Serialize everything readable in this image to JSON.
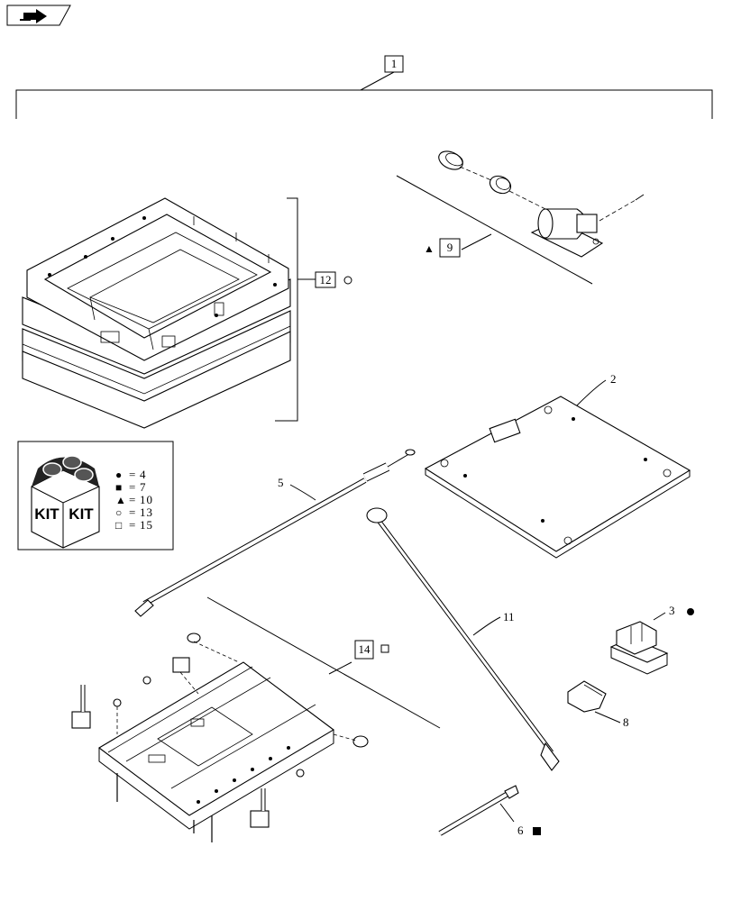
{
  "nav": {
    "icon": "next-page-arrow-icon"
  },
  "callouts": {
    "c1": "1",
    "c2": "2",
    "c3": "3",
    "c5": "5",
    "c6": "6",
    "c8": "8",
    "c9": "9",
    "c11": "11",
    "c12": "12",
    "c14": "14"
  },
  "kit": {
    "label_left": "KIT",
    "label_right": "KIT",
    "legend": [
      {
        "symbol": "filled-circle",
        "glyph": "●",
        "equals": "=",
        "value": "4"
      },
      {
        "symbol": "filled-square",
        "glyph": "■",
        "equals": "=",
        "value": "7"
      },
      {
        "symbol": "filled-triangle",
        "glyph": "▲",
        "equals": "=",
        "value": "10"
      },
      {
        "symbol": "open-circle",
        "glyph": "○",
        "equals": "=",
        "value": "13"
      },
      {
        "symbol": "open-square",
        "glyph": "□",
        "equals": "=",
        "value": "15"
      }
    ]
  }
}
